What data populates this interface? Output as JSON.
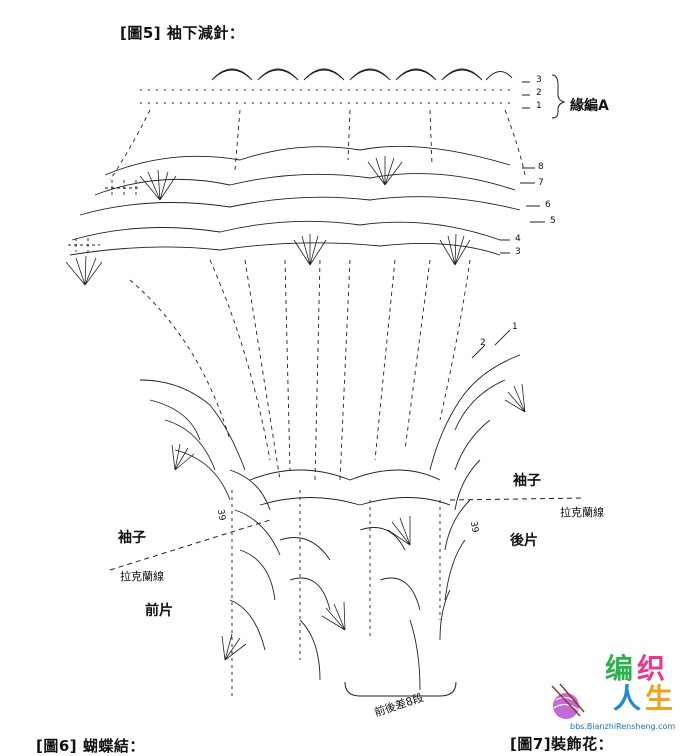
{
  "titles": {
    "figure5": "[圖5] 袖下減針：",
    "figure6": "[圖6] 蝴蝶結：",
    "figure7": "[圖7]裝飾花："
  },
  "labels": {
    "edging": "緣編A",
    "sleeve_left": "袖子",
    "sleeve_right": "袖子",
    "raglan_left": "拉克蘭線",
    "raglan_right": "拉克蘭線",
    "front": "前片",
    "back": "後片",
    "diff_note": "前後差8段",
    "side_left": "39",
    "side_right": "39"
  },
  "row_numbers": {
    "edging_rows": [
      "3",
      "2",
      "1"
    ],
    "upper_rows": [
      "8",
      "7",
      "6",
      "5"
    ],
    "lower_rows": [
      "4",
      "3"
    ],
    "body_rows": [
      "2",
      "1"
    ]
  },
  "watermark": {
    "chars": [
      "编",
      "织",
      "人",
      "生"
    ],
    "colors": [
      "#2bb24c",
      "#e63a8e",
      "#1e8ad6",
      "#f3a01a"
    ],
    "site": "bbs.BianzhiRensheng.com"
  }
}
